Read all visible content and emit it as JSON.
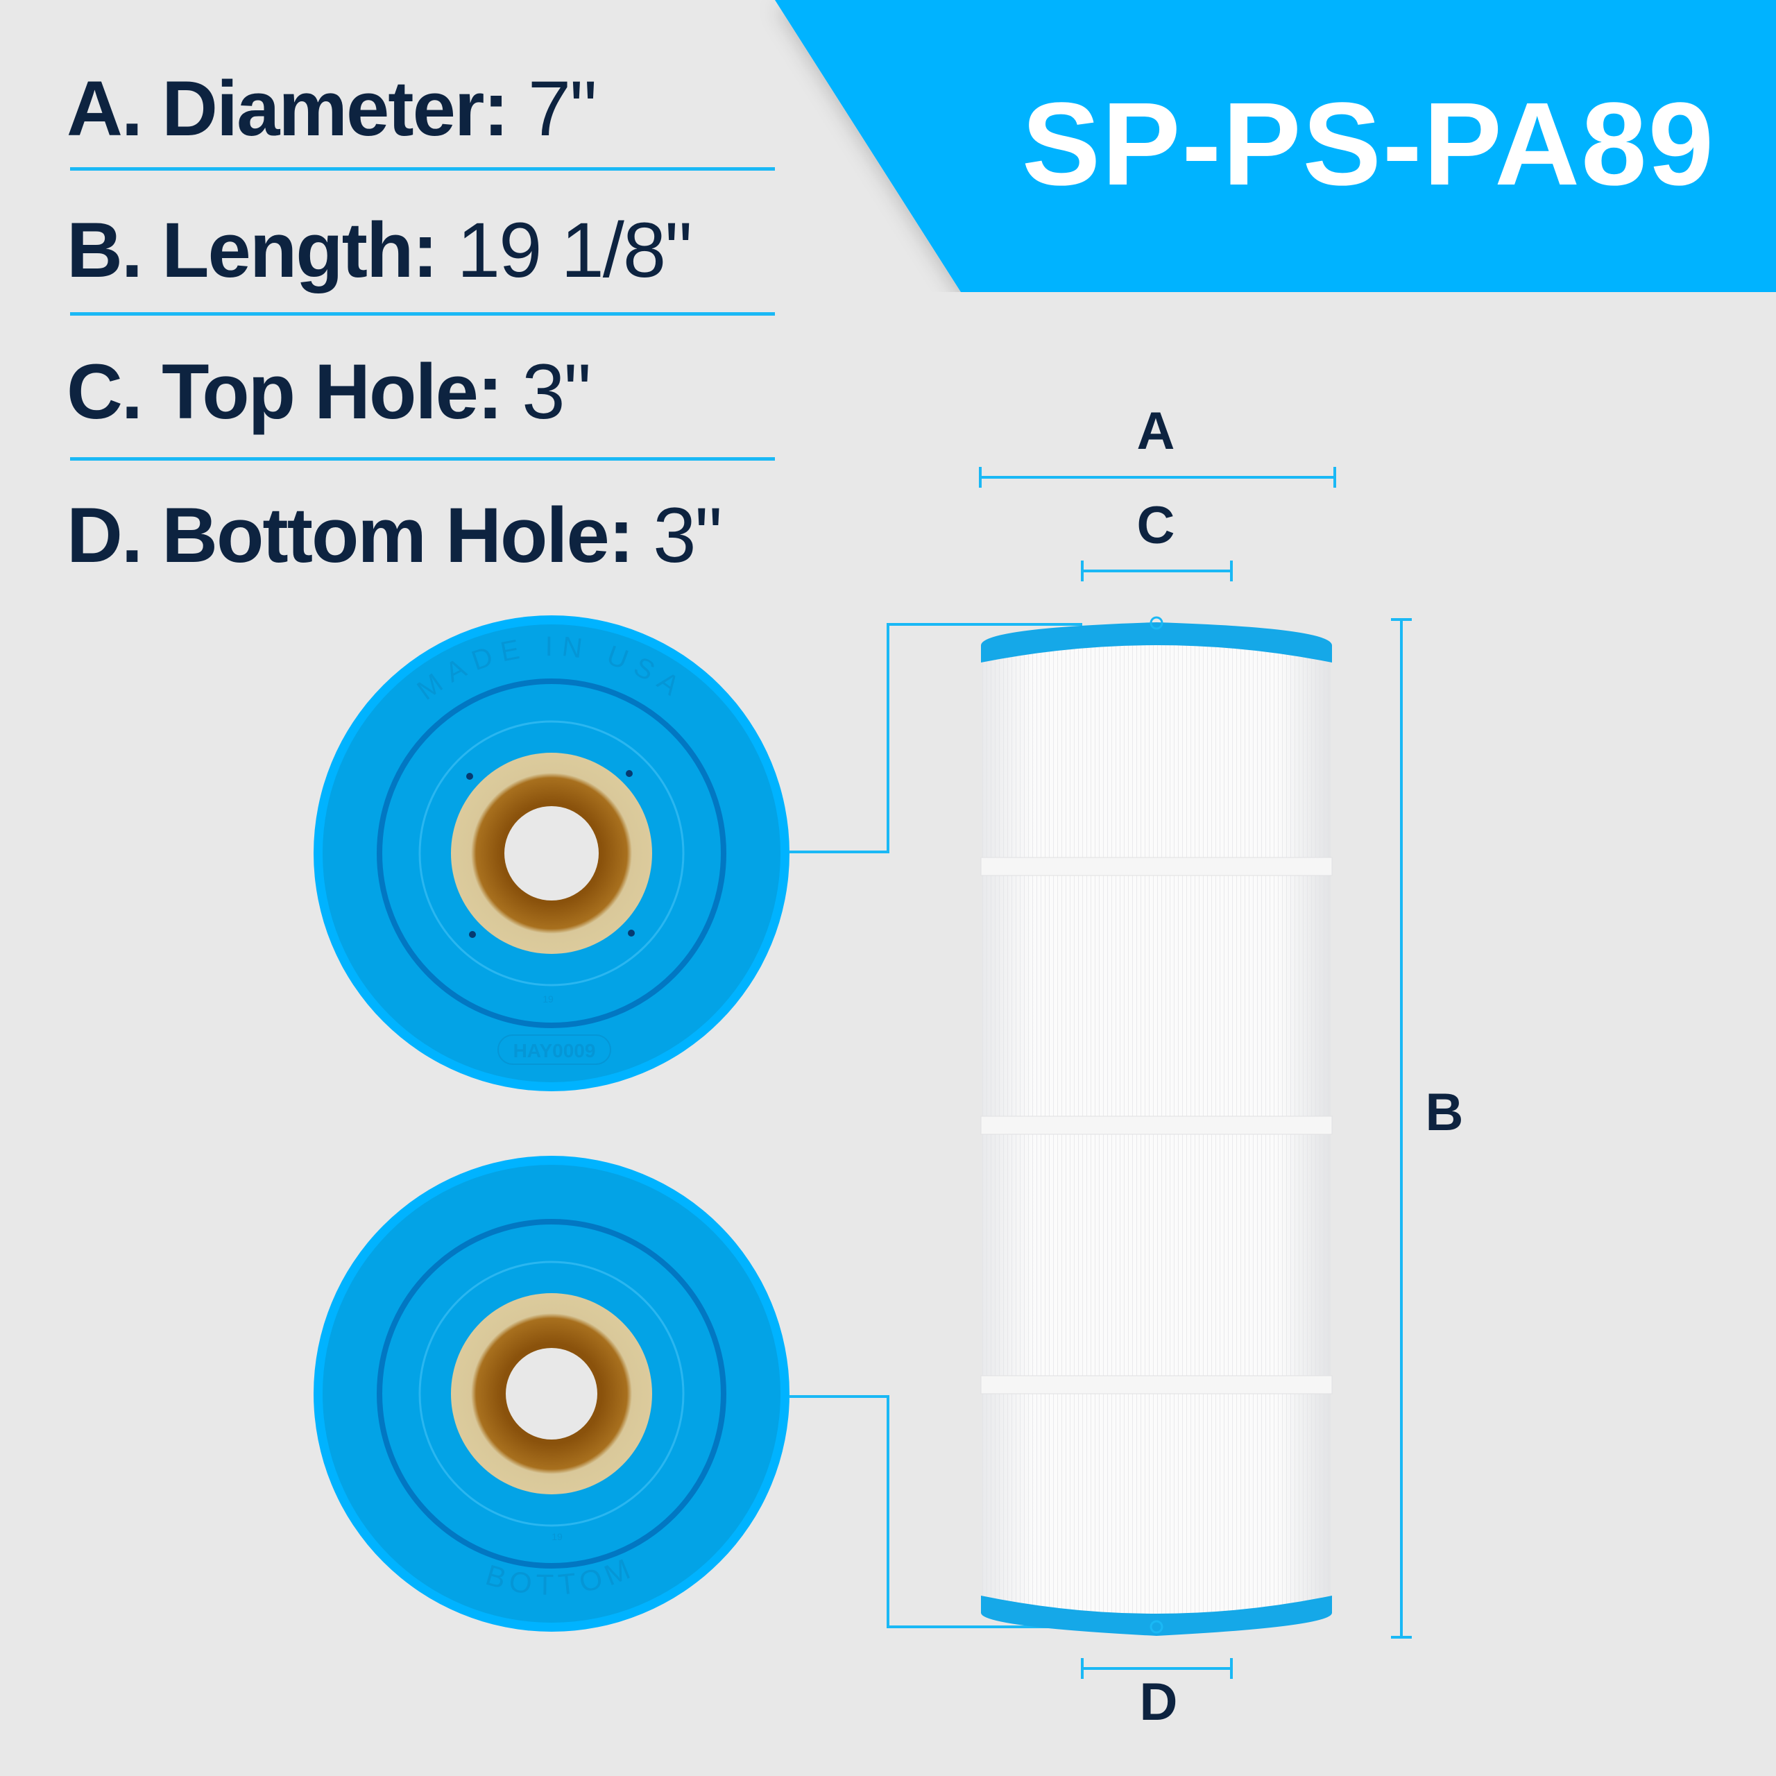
{
  "header": {
    "model": "SP-PS-PA89"
  },
  "specs": [
    {
      "letter": "A.",
      "label": "Diameter:",
      "value": "7\""
    },
    {
      "letter": "B.",
      "label": "Length:",
      "value": "19 1/8\""
    },
    {
      "letter": "C.",
      "label": "Top Hole:",
      "value": "3\""
    },
    {
      "letter": "D.",
      "label": "Bottom Hole:",
      "value": "3\""
    }
  ],
  "dimensions": {
    "a": "A",
    "b": "B",
    "c": "C",
    "d": "D"
  },
  "top_cap": {
    "embossed_top": "MADE IN USA",
    "embossed_number": "19",
    "embossed_code": "HAY0009"
  },
  "bottom_cap": {
    "embossed_number": "19",
    "embossed_text": "BOTTOM"
  },
  "colors": {
    "accent": "#00b3ff",
    "text": "#0d2340",
    "background": "#e8e8e8",
    "cap": "#03a3e6",
    "core": "#9a5f12"
  }
}
